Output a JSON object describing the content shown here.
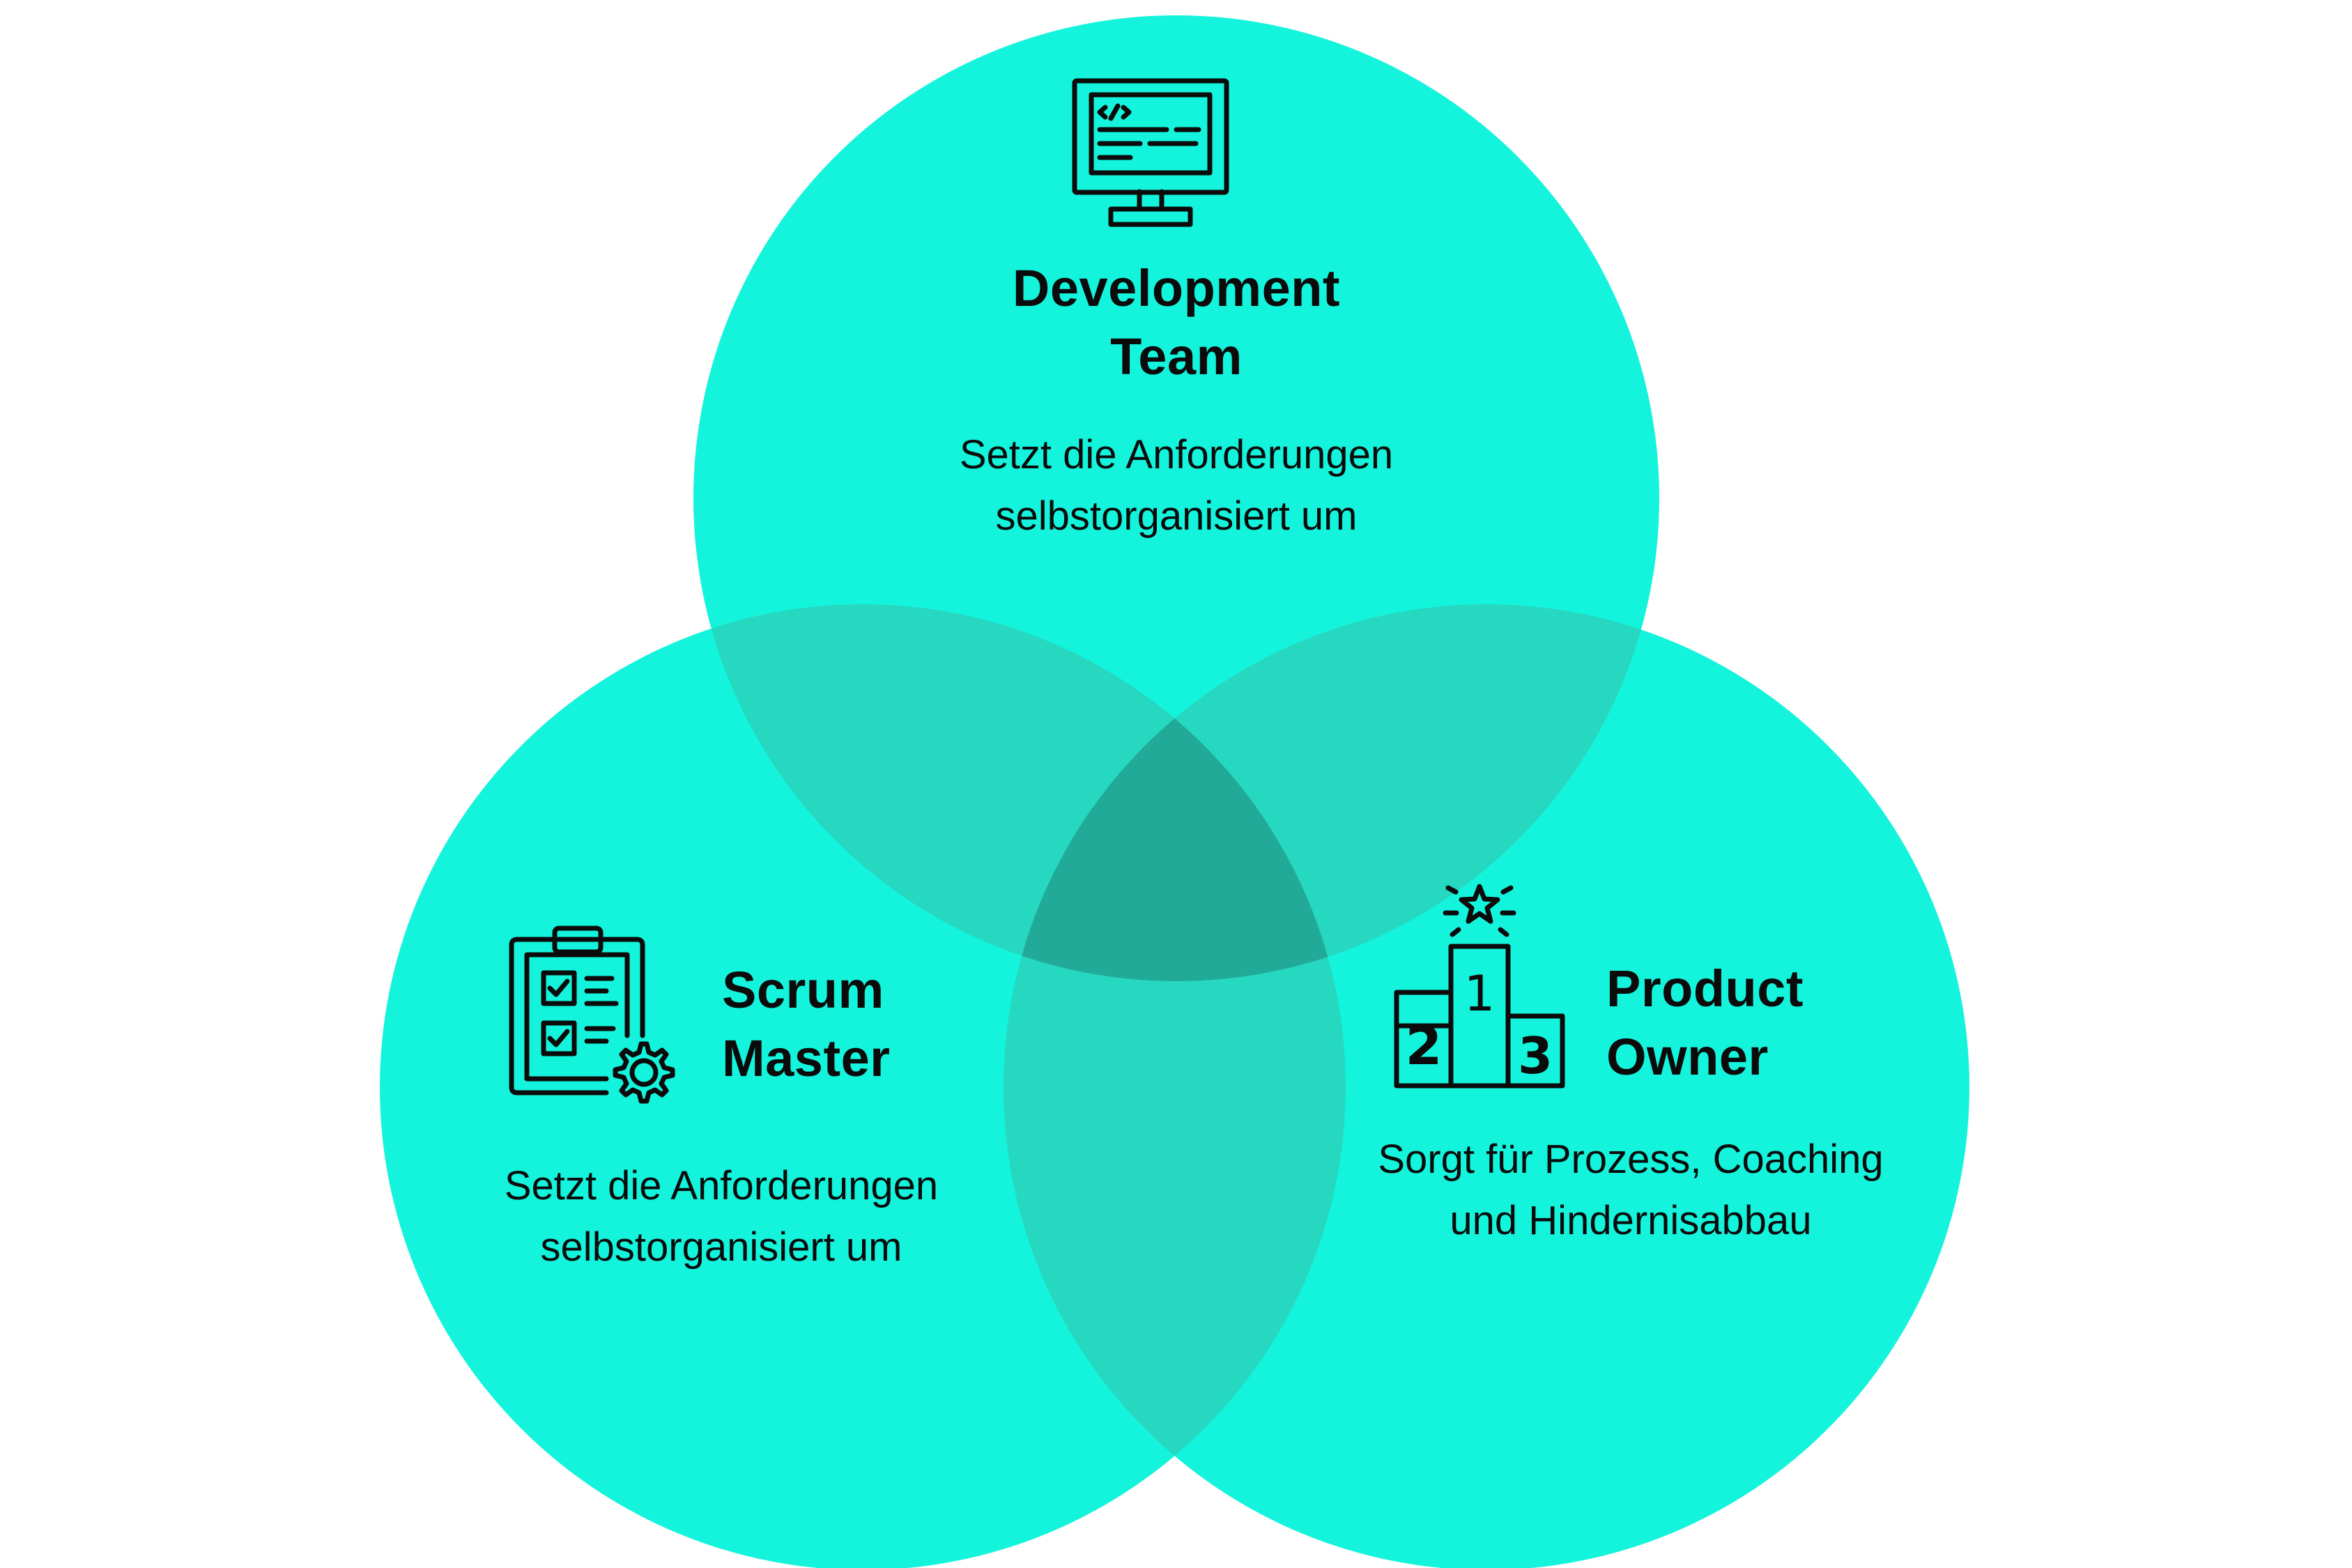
{
  "colors": {
    "circle_fill": "#14F4DC",
    "overlap_two": "#26D8C0",
    "overlap_three": "#22AA98",
    "text": "#0b0b0b",
    "background": "#ffffff"
  },
  "development_team": {
    "icon": "code-monitor-icon",
    "title_line1": "Development",
    "title_line2": "Team",
    "desc_line1": "Setzt die Anforderungen",
    "desc_line2": "selbstorganisiert um"
  },
  "scrum_master": {
    "icon": "checklist-gear-icon",
    "title_line1": "Scrum",
    "title_line2": "Master",
    "desc_line1": "Setzt die Anforderungen",
    "desc_line2": "selbstorganisiert um"
  },
  "product_owner": {
    "icon": "podium-star-icon",
    "title_line1": "Product",
    "title_line2": "Owner",
    "desc_line1": "Sorgt für Prozess, Coaching",
    "desc_line2": "und Hindernisabbau",
    "podium_labels": [
      "1",
      "2",
      "3"
    ]
  }
}
